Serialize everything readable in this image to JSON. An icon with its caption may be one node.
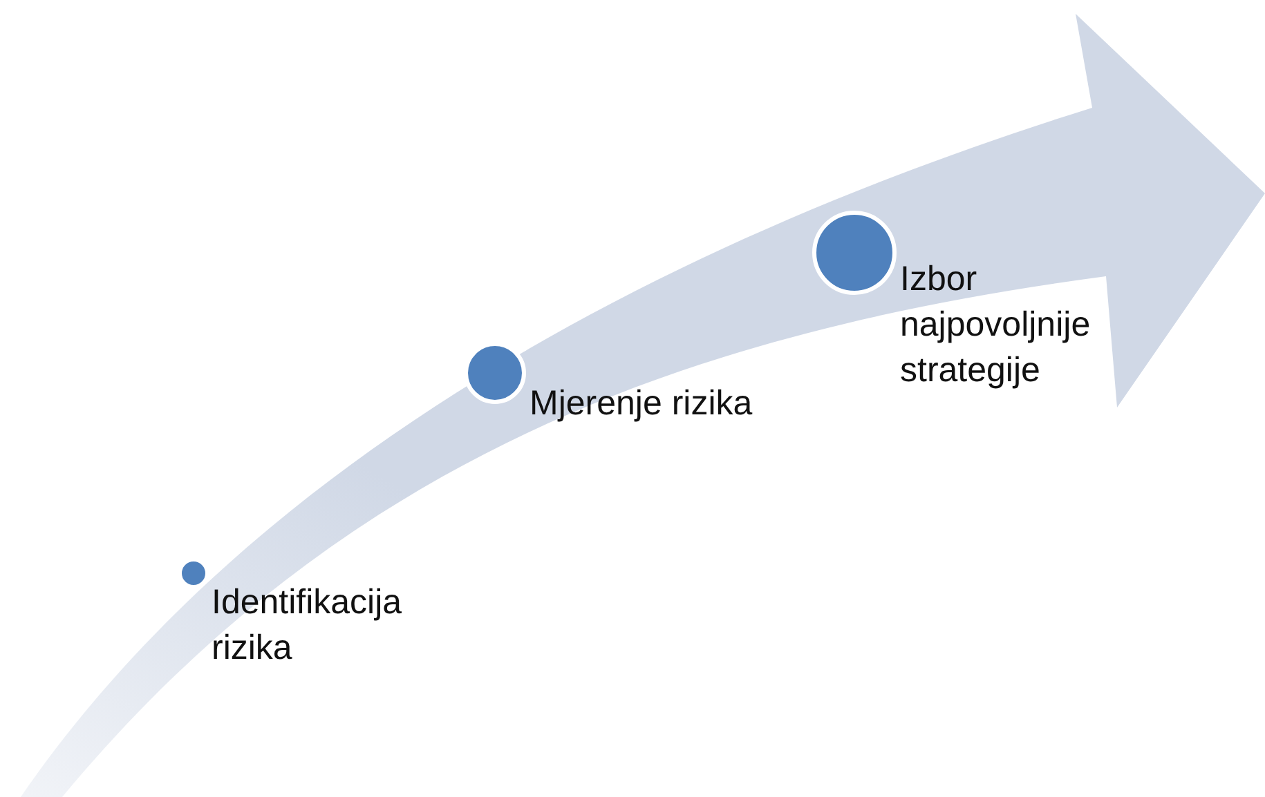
{
  "diagram": {
    "nodes": [
      {
        "text": [
          "Identifikacija rizika"
        ]
      },
      {
        "text": [
          "Mjerenje rizika"
        ]
      },
      {
        "text": [
          "Izbor najpovoljnije strategije"
        ]
      }
    ]
  }
}
